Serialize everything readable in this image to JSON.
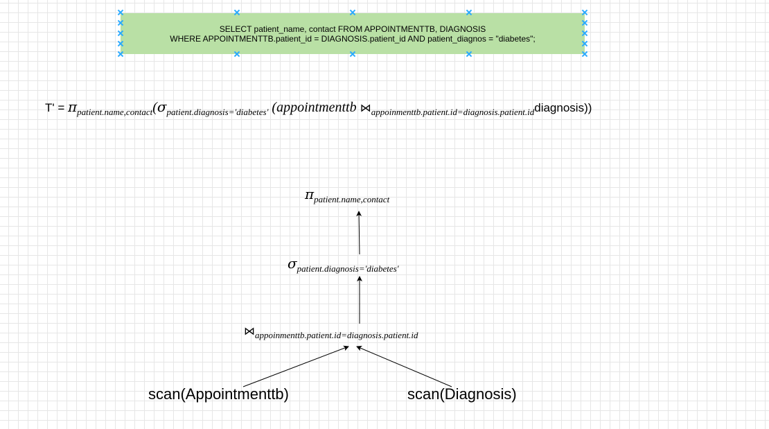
{
  "sql_box": {
    "line1": "SELECT patient_name, contact FROM APPOINTMENTTB, DIAGNOSIS",
    "line2": "WHERE APPOINTMENTTB.patient_id = DIAGNOSIS.patient_id AND patient_diagnos = \"diabetes\";",
    "fill_color": "#b9e0a5",
    "handle_color": "#29a9ff"
  },
  "expression": {
    "lhs": "T' = ",
    "pi": "π",
    "pi_sub": "patient.name,contact",
    "open1": "(",
    "sigma": "σ",
    "sigma_sub": "patient.diagnosis='diabetes'",
    "open2": " (",
    "relation": "appointmenttb",
    "join": " ⋈",
    "join_sub": "appoinmenttb.patient.id=diagnosis.patient.id",
    "tail": "diagnosis))"
  },
  "tree": {
    "project": {
      "symbol": "π",
      "sub": "patient.name,contact"
    },
    "select": {
      "symbol": "σ",
      "sub": "patient.diagnosis='diabetes'"
    },
    "join": {
      "symbol": "⋈",
      "sub": "appoinmenttb.patient.id=diagnosis.patient.id"
    },
    "scan_left": "scan(Appointmenttb)",
    "scan_right": "scan(Diagnosis)"
  }
}
